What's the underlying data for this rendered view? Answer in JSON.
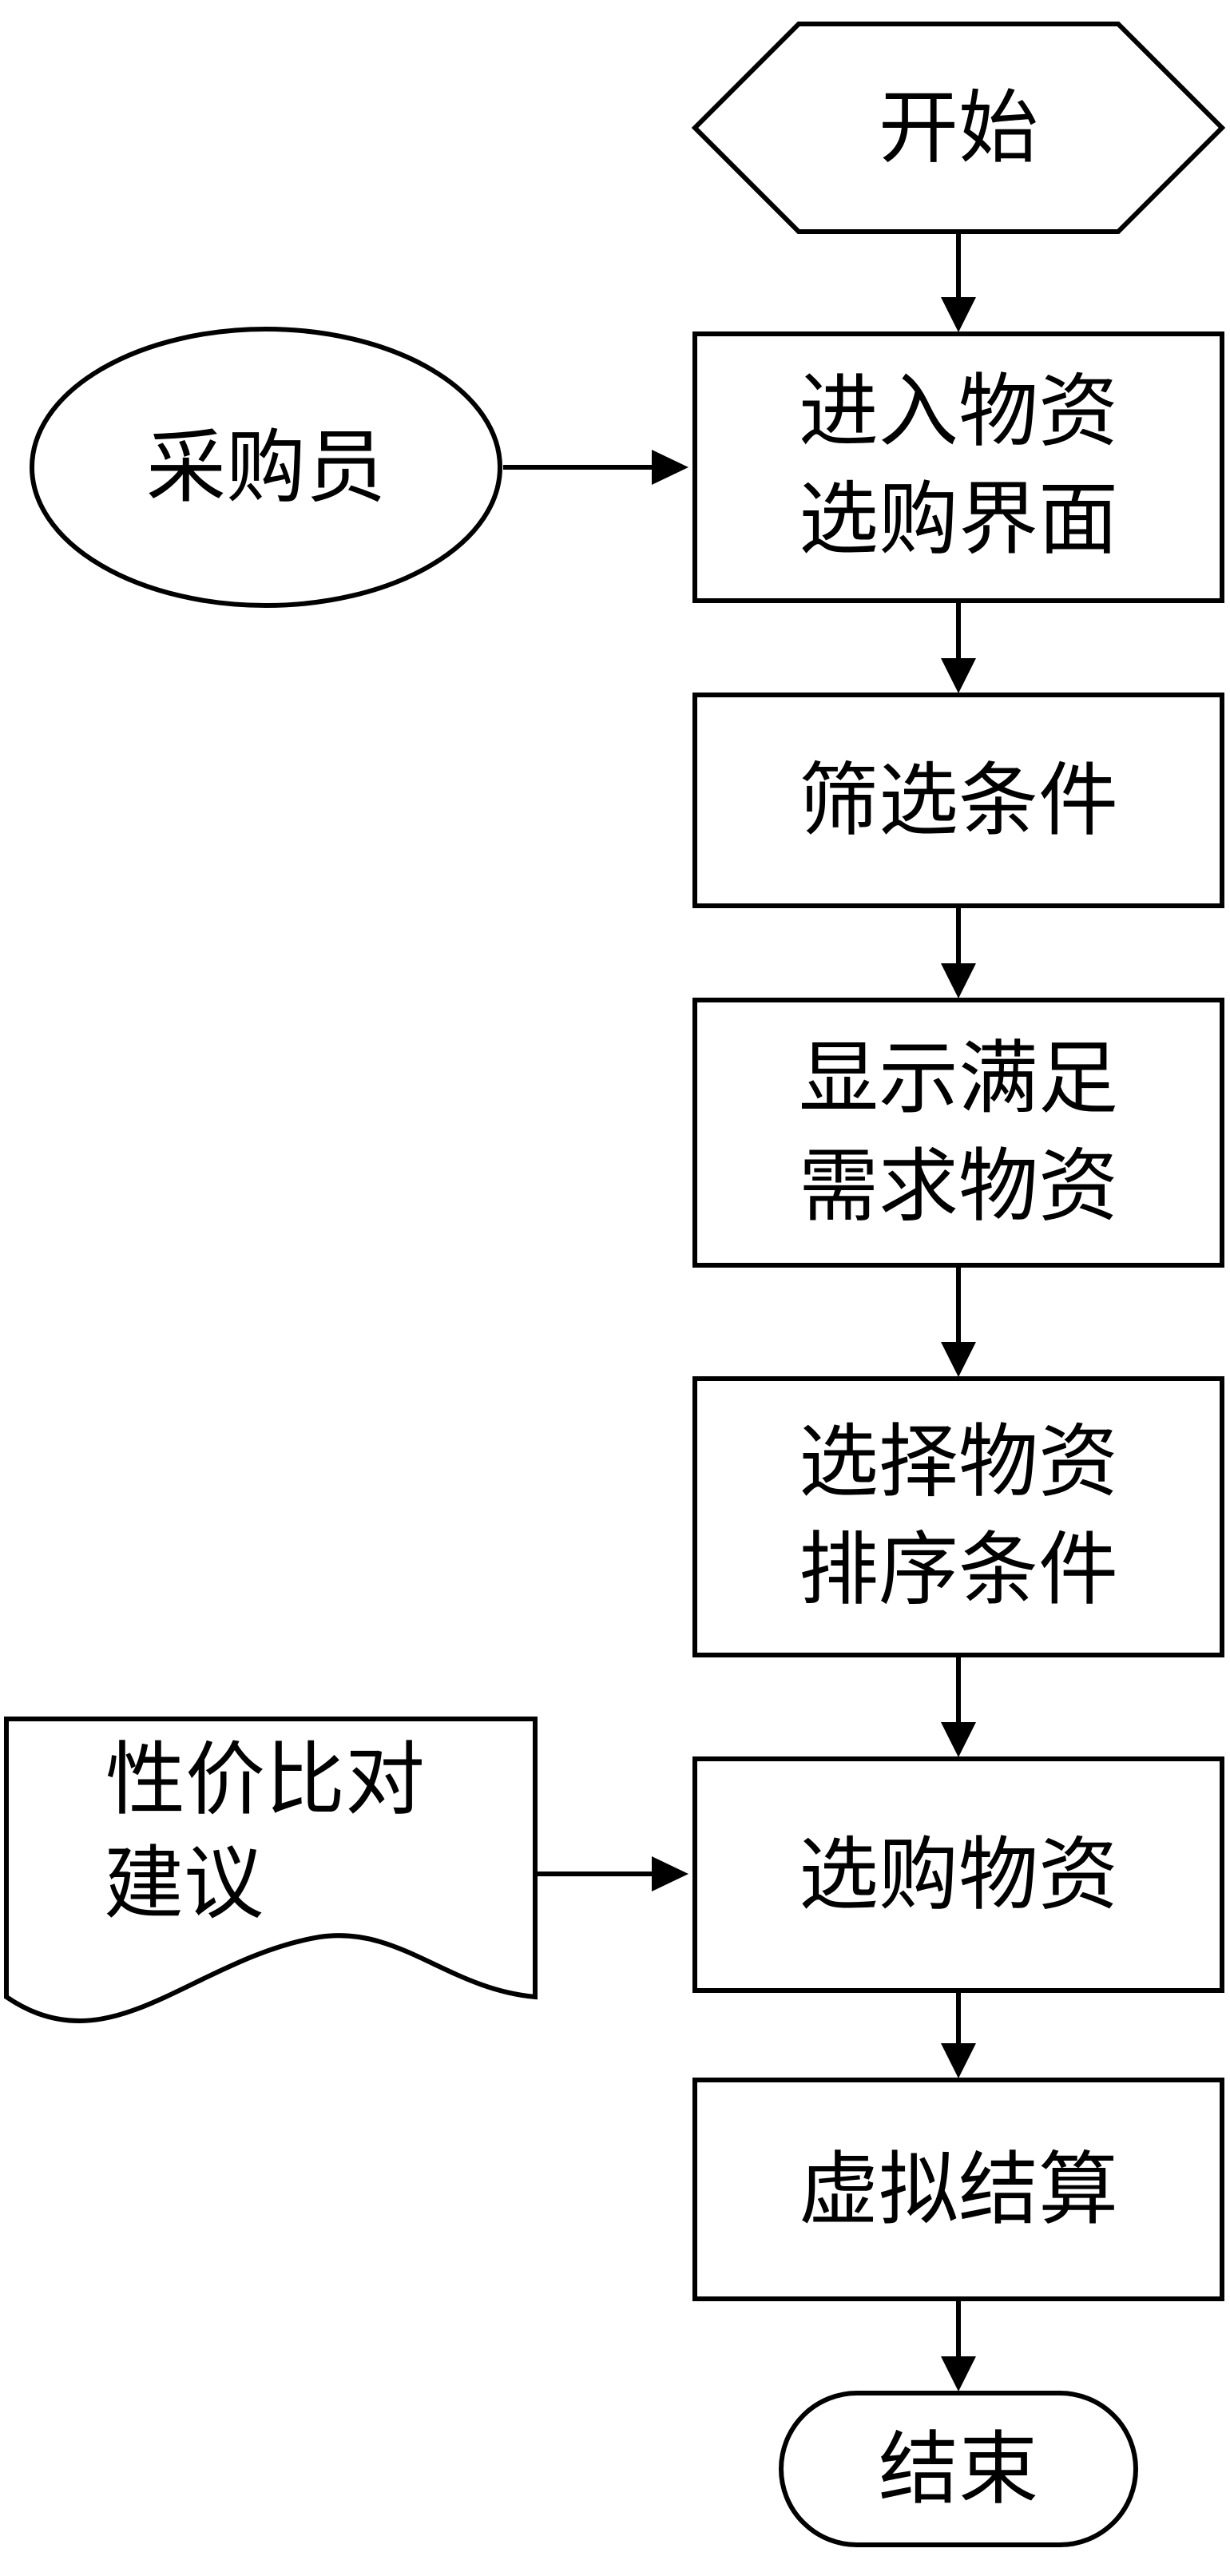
{
  "nodes": {
    "start": {
      "lines": [
        "开始"
      ]
    },
    "purchaser": {
      "lines": [
        "采购员"
      ]
    },
    "enter": {
      "lines": [
        "进入物资",
        "选购界面"
      ]
    },
    "filter": {
      "lines": [
        "筛选条件"
      ]
    },
    "display": {
      "lines": [
        "显示满足",
        "需求物资"
      ]
    },
    "sort": {
      "lines": [
        "选择物资",
        "排序条件"
      ]
    },
    "advice": {
      "lines": [
        "性价比对",
        "建议"
      ]
    },
    "select": {
      "lines": [
        "选购物资"
      ]
    },
    "settle": {
      "lines": [
        "虚拟结算"
      ]
    },
    "end": {
      "lines": [
        "结束"
      ]
    }
  },
  "edges": [
    {
      "from": "start",
      "to": "enter"
    },
    {
      "from": "purchaser",
      "to": "enter"
    },
    {
      "from": "enter",
      "to": "filter"
    },
    {
      "from": "filter",
      "to": "display"
    },
    {
      "from": "display",
      "to": "sort"
    },
    {
      "from": "sort",
      "to": "select"
    },
    {
      "from": "advice",
      "to": "select"
    },
    {
      "from": "select",
      "to": "settle"
    },
    {
      "from": "settle",
      "to": "end"
    }
  ]
}
